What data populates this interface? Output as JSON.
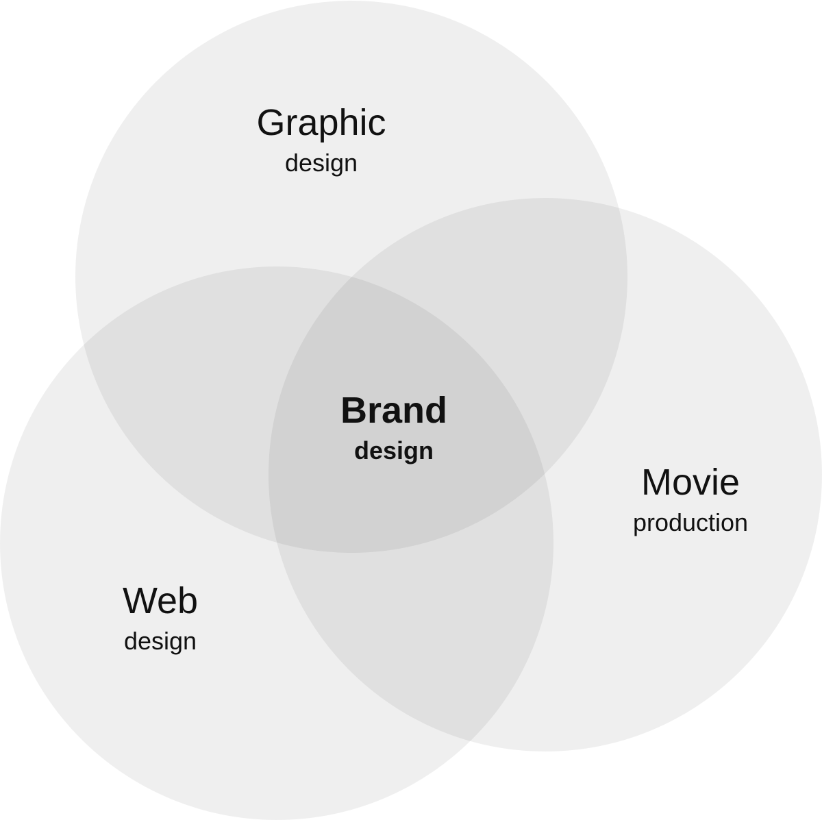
{
  "diagram": {
    "type": "venn",
    "fill_color": "#000000",
    "background": "#ffffff",
    "sets": [
      {
        "id": "graphic",
        "title": "Graphic",
        "subtitle": "design"
      },
      {
        "id": "movie",
        "title": "Movie",
        "subtitle": "production"
      },
      {
        "id": "web",
        "title": "Web",
        "subtitle": "design"
      }
    ],
    "center": {
      "title": "Brand",
      "subtitle": "design"
    }
  }
}
